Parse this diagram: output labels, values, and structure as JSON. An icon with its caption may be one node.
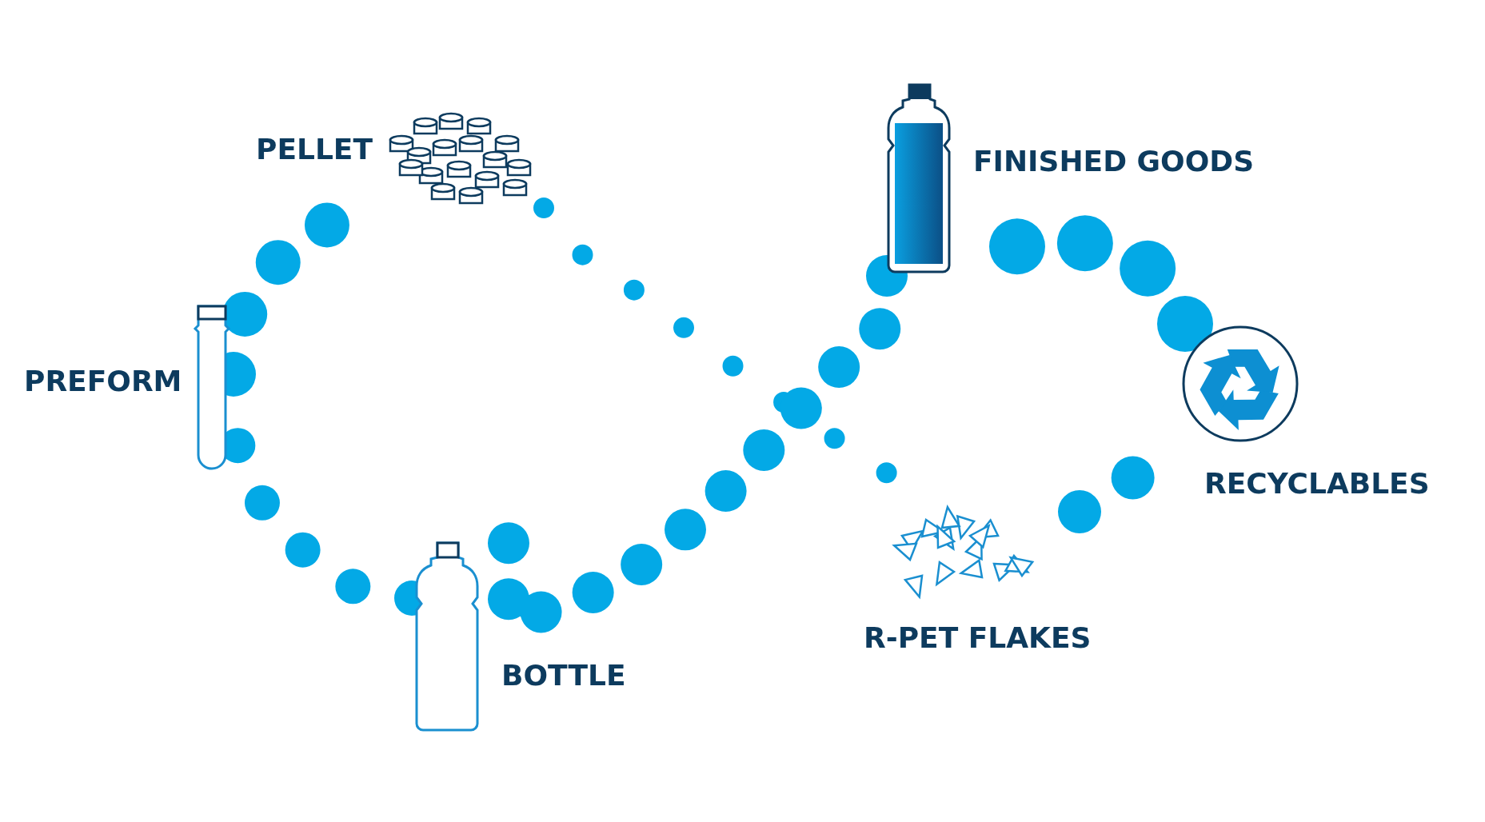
{
  "diagram": {
    "nodes": [
      {
        "text": [
          "PELLET"
        ]
      },
      {
        "text": [
          "PREFORM"
        ]
      },
      {
        "text": [
          "BOTTLE"
        ]
      },
      {
        "text": [
          "FINISHED GOODS"
        ]
      },
      {
        "text": [
          "RECYCLABLES"
        ]
      },
      {
        "text": [
          "R-PET FLAKES"
        ]
      }
    ],
    "edges": [
      {
        "from": 0,
        "to": 5,
        "arrow": "none"
      },
      {
        "from": 5,
        "to": 4,
        "arrow": "none"
      },
      {
        "from": 4,
        "to": 3,
        "arrow": "none"
      },
      {
        "from": 3,
        "to": 2,
        "arrow": "none"
      },
      {
        "from": 2,
        "to": 1,
        "arrow": "none"
      },
      {
        "from": 1,
        "to": 0,
        "arrow": "none"
      }
    ]
  }
}
